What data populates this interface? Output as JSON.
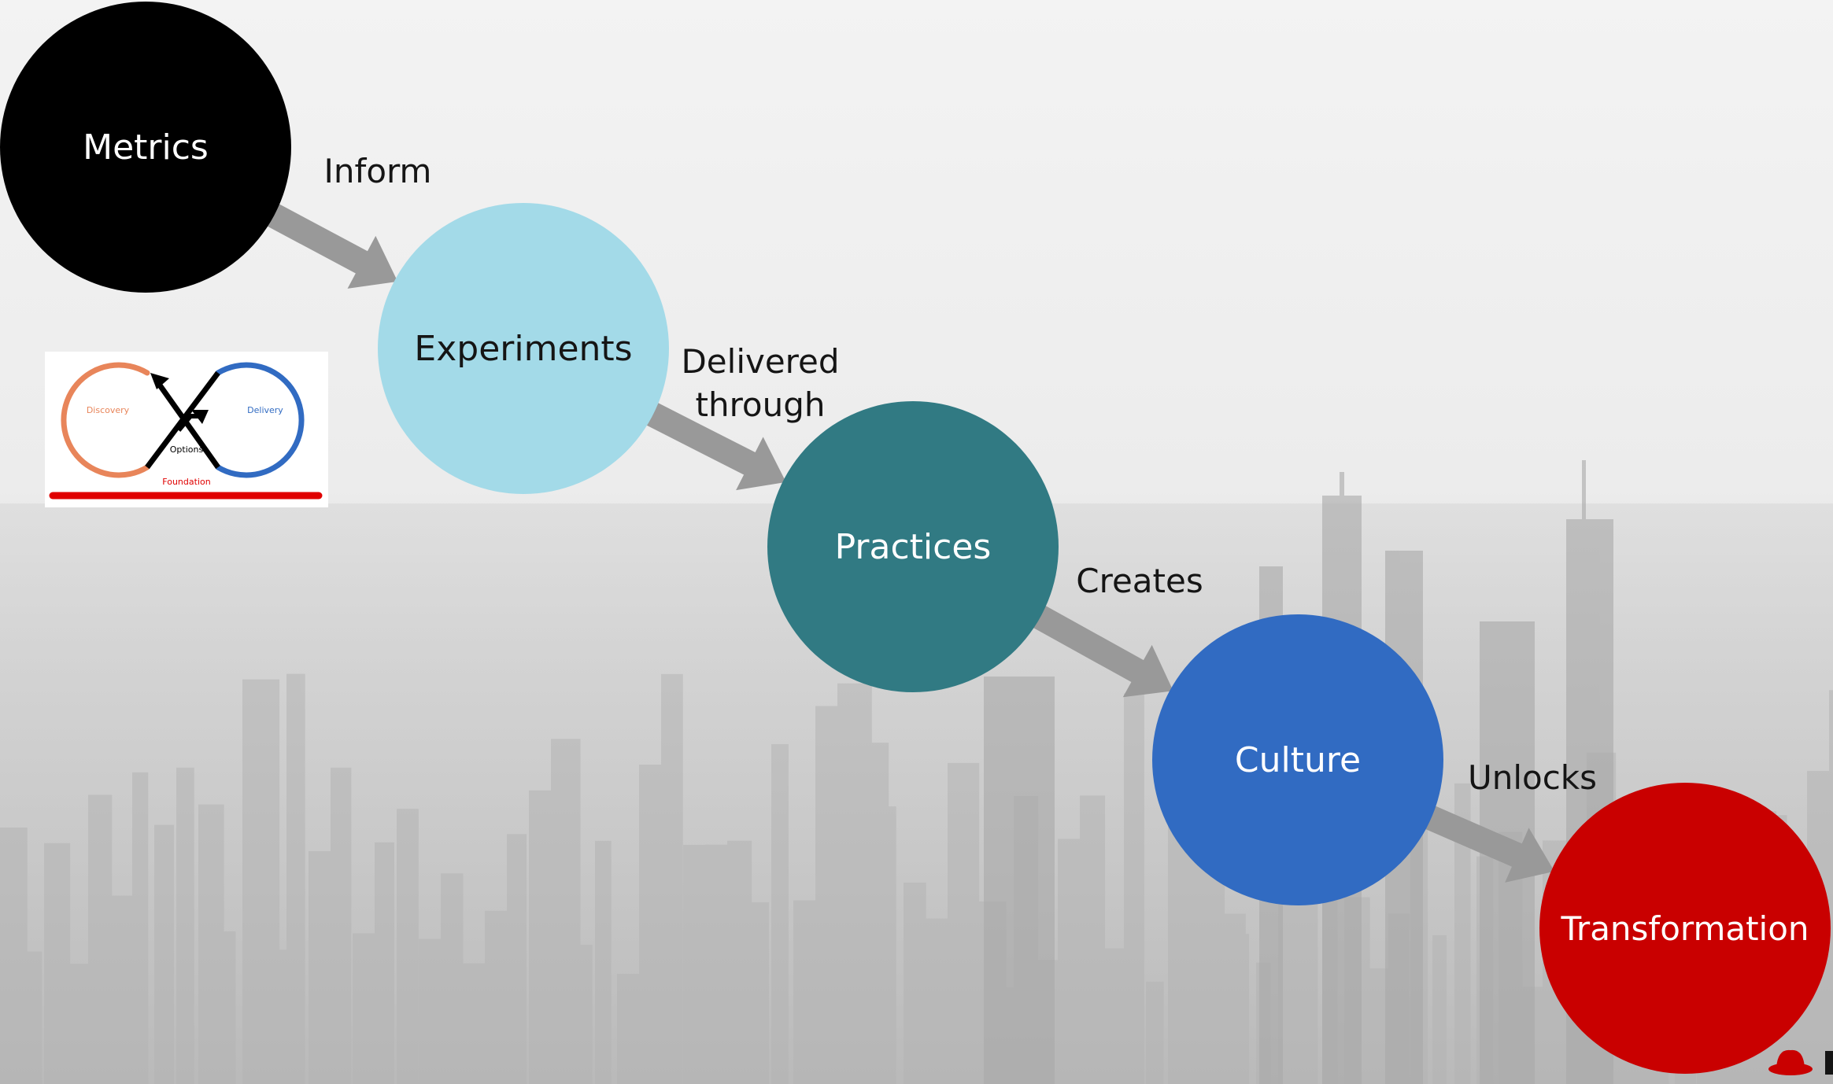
{
  "nodes": [
    {
      "id": "metrics",
      "label": "Metrics",
      "color": "#000000",
      "text_color": "#ffffff"
    },
    {
      "id": "experiments",
      "label": "Experiments",
      "color": "#a3dae8",
      "text_color": "#151515"
    },
    {
      "id": "practices",
      "label": "Practices",
      "color": "#317a83",
      "text_color": "#ffffff"
    },
    {
      "id": "culture",
      "label": "Culture",
      "color": "#316bc2",
      "text_color": "#ffffff"
    },
    {
      "id": "transformation",
      "label": "Transformation",
      "color": "#c90000",
      "text_color": "#ffffff"
    }
  ],
  "edges": [
    {
      "from": "metrics",
      "to": "experiments",
      "label": [
        "Inform"
      ]
    },
    {
      "from": "experiments",
      "to": "practices",
      "label": [
        "Delivered",
        "through"
      ]
    },
    {
      "from": "practices",
      "to": "culture",
      "label": [
        "Creates"
      ]
    },
    {
      "from": "culture",
      "to": "transformation",
      "label": [
        "Unlocks"
      ]
    }
  ],
  "arrow_color": "#999999",
  "inset": {
    "discovery": "Discovery",
    "delivery": "Delivery",
    "options": "Options",
    "foundation": "Foundation",
    "colors": {
      "discovery": "#e8855a",
      "delivery": "#316bc2",
      "foundation": "#e00000",
      "options": "#000000"
    }
  },
  "logo": {
    "icon": "red-hat-icon",
    "color": "#c90000"
  }
}
